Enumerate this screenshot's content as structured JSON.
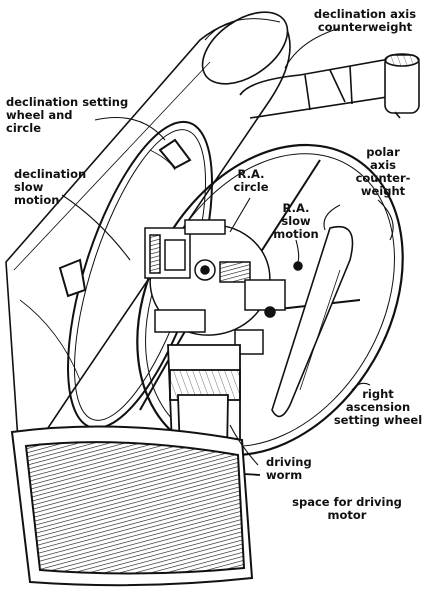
{
  "labels": {
    "declination_counterweight": "declination axis\ncounterweight",
    "declination_setting_wheel": "declination setting\nwheel and\ncircle",
    "declination_slow_motion": "declination\nslow\nmotion",
    "ra_circle": "R.A.\ncircle",
    "ra_slow_motion": "R.A.\nslow\nmotion",
    "polar_axis_counterweight": "polar\naxis\ncounter-\nweight",
    "right_ascension_wheel": "right\nascension\nsetting wheel",
    "driving_worm": "driving\nworm",
    "driving_motor_space": "space for driving\nmotor"
  },
  "colors": {
    "ink": "#111111",
    "paper": "#ffffff"
  }
}
